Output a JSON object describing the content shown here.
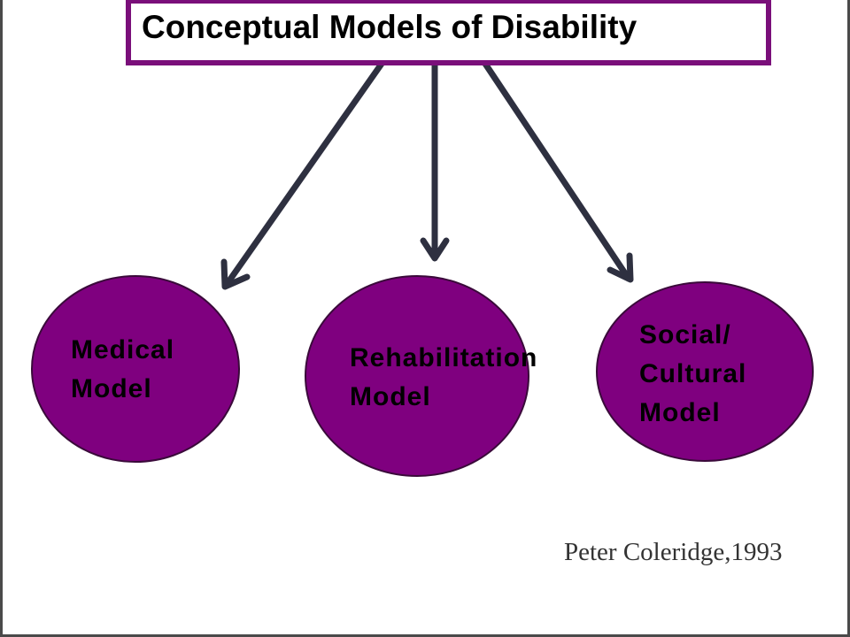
{
  "title": "Conceptual Models of Disability",
  "nodes": [
    {
      "line1": "Medical",
      "line2": "Model",
      "line3": ""
    },
    {
      "line1": "Rehabilitation",
      "line2": "Model",
      "line3": ""
    },
    {
      "line1": "Social/",
      "line2": "Cultural",
      "line3": "Model"
    }
  ],
  "citation": "Peter Coleridge,1993",
  "colors": {
    "accent": "#7a0f7a",
    "node_fill": "#7f007f",
    "arrow": "#2e3040"
  }
}
